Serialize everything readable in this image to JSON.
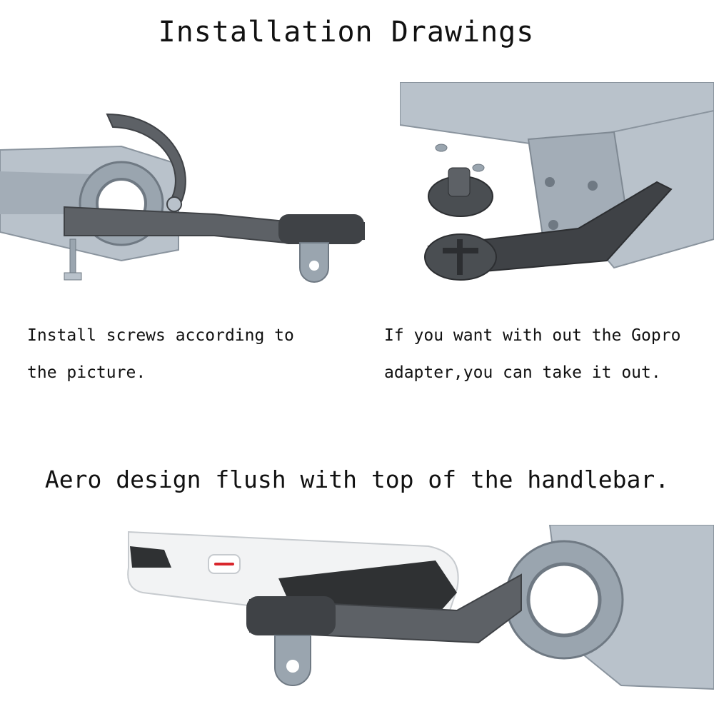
{
  "heading": "Installation Drawings",
  "captions": {
    "left_line1": "Install screws according to",
    "left_line2": "the picture.",
    "right_line1": "If you want with out the Gopro",
    "right_line2": "adapter,you can take it out."
  },
  "tagline": "Aero design flush with top of the handlebar.",
  "colors": {
    "bar": "#b9c2cb",
    "bar_dark": "#9aa5af",
    "mount": "#5d6166",
    "mount_dark": "#3f4246",
    "computer_body": "#f2f3f4",
    "accent_red": "#d9262c"
  }
}
